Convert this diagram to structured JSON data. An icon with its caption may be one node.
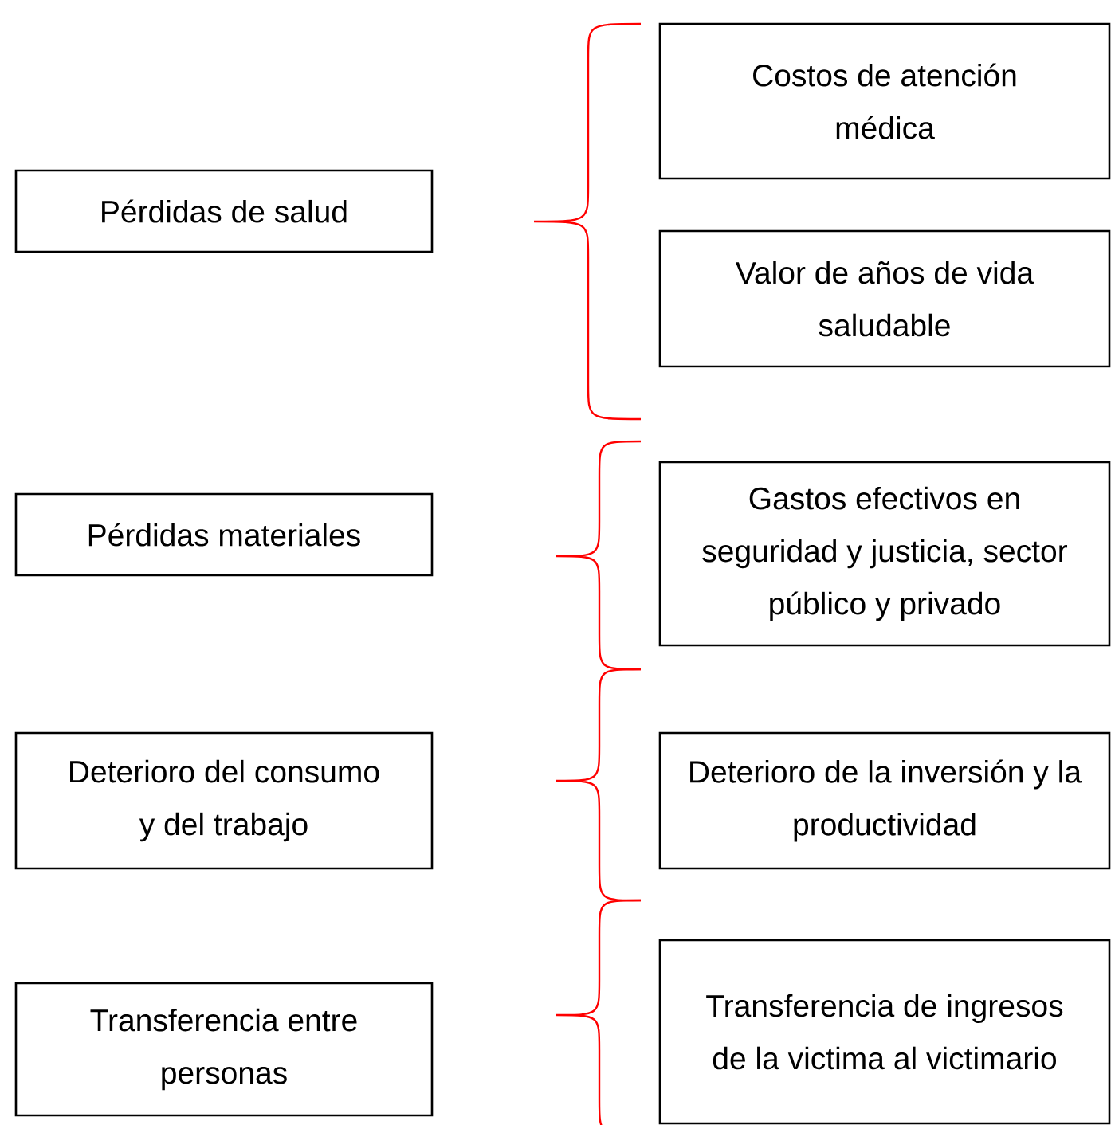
{
  "diagram": {
    "nodes": [
      {
        "text": [
          "Pérdidas de salud"
        ]
      },
      {
        "text": [
          "Costos de atención médica"
        ]
      },
      {
        "text": [
          "Valor de años de vida saludable"
        ]
      },
      {
        "text": [
          "Pérdidas materiales"
        ]
      },
      {
        "text": [
          "Gastos efectivos en seguridad y justicia, sector público y privado"
        ]
      },
      {
        "text": [
          "Deterioro del consumo y del trabajo"
        ]
      },
      {
        "text": [
          "Deterioro de la inversión y la productividad"
        ]
      },
      {
        "text": [
          "Transferencia entre personas"
        ]
      },
      {
        "text": [
          "Transferencia de ingresos de la victima al victimario"
        ]
      }
    ]
  }
}
